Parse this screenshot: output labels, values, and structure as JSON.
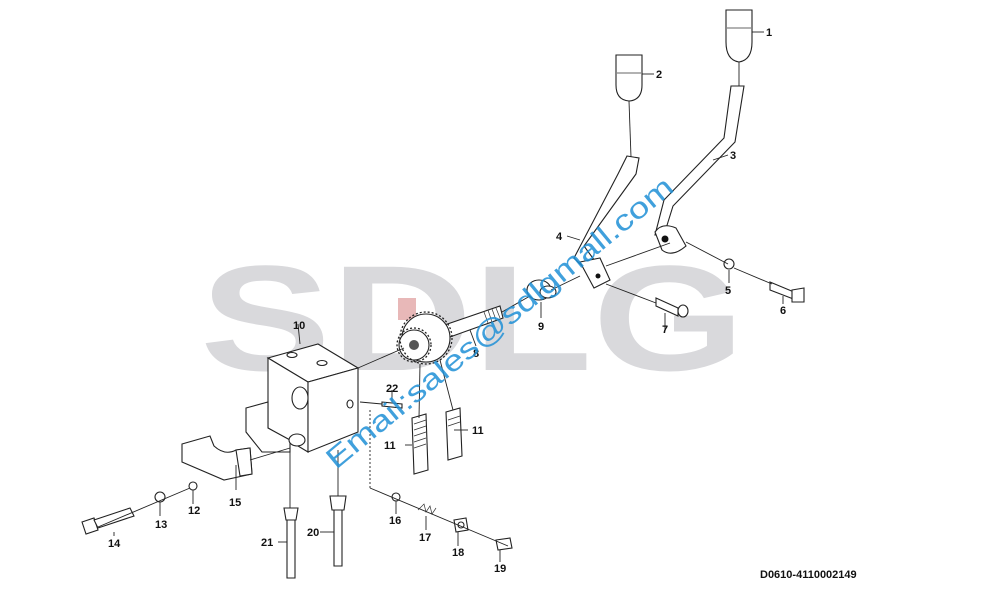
{
  "background_logo": {
    "text": "SDLG",
    "color": "#d9d9dc",
    "accent": "#e8b8b8"
  },
  "watermark": {
    "text": "Email:sales@sdlgmall.com",
    "color": "#1f8fd6"
  },
  "drawing_code": "D0610-4110002149",
  "callouts": [
    "1",
    "2",
    "3",
    "4",
    "5",
    "6",
    "7",
    "8",
    "9",
    "10",
    "11",
    "11",
    "12",
    "13",
    "14",
    "15",
    "16",
    "17",
    "18",
    "19",
    "20",
    "21",
    "22"
  ]
}
